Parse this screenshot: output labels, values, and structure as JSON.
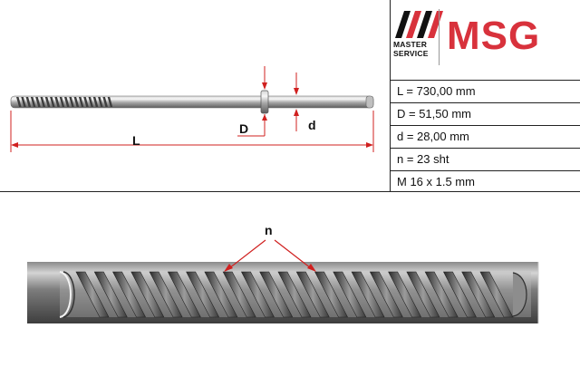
{
  "logo": {
    "brand": "MSG",
    "company_line1": "MASTER",
    "company_line2": "SERVICE"
  },
  "specs": [
    "L = 730,00 mm",
    "D = 51,50 mm",
    "d = 28,00 mm",
    "n = 23 sht",
    "M 16 x 1.5 mm"
  ],
  "labels": {
    "length": "L",
    "outer_diameter": "D",
    "inner_diameter": "d",
    "teeth_count": "n"
  },
  "colors": {
    "dimension": "#d0201f",
    "brand": "#d8323c"
  }
}
